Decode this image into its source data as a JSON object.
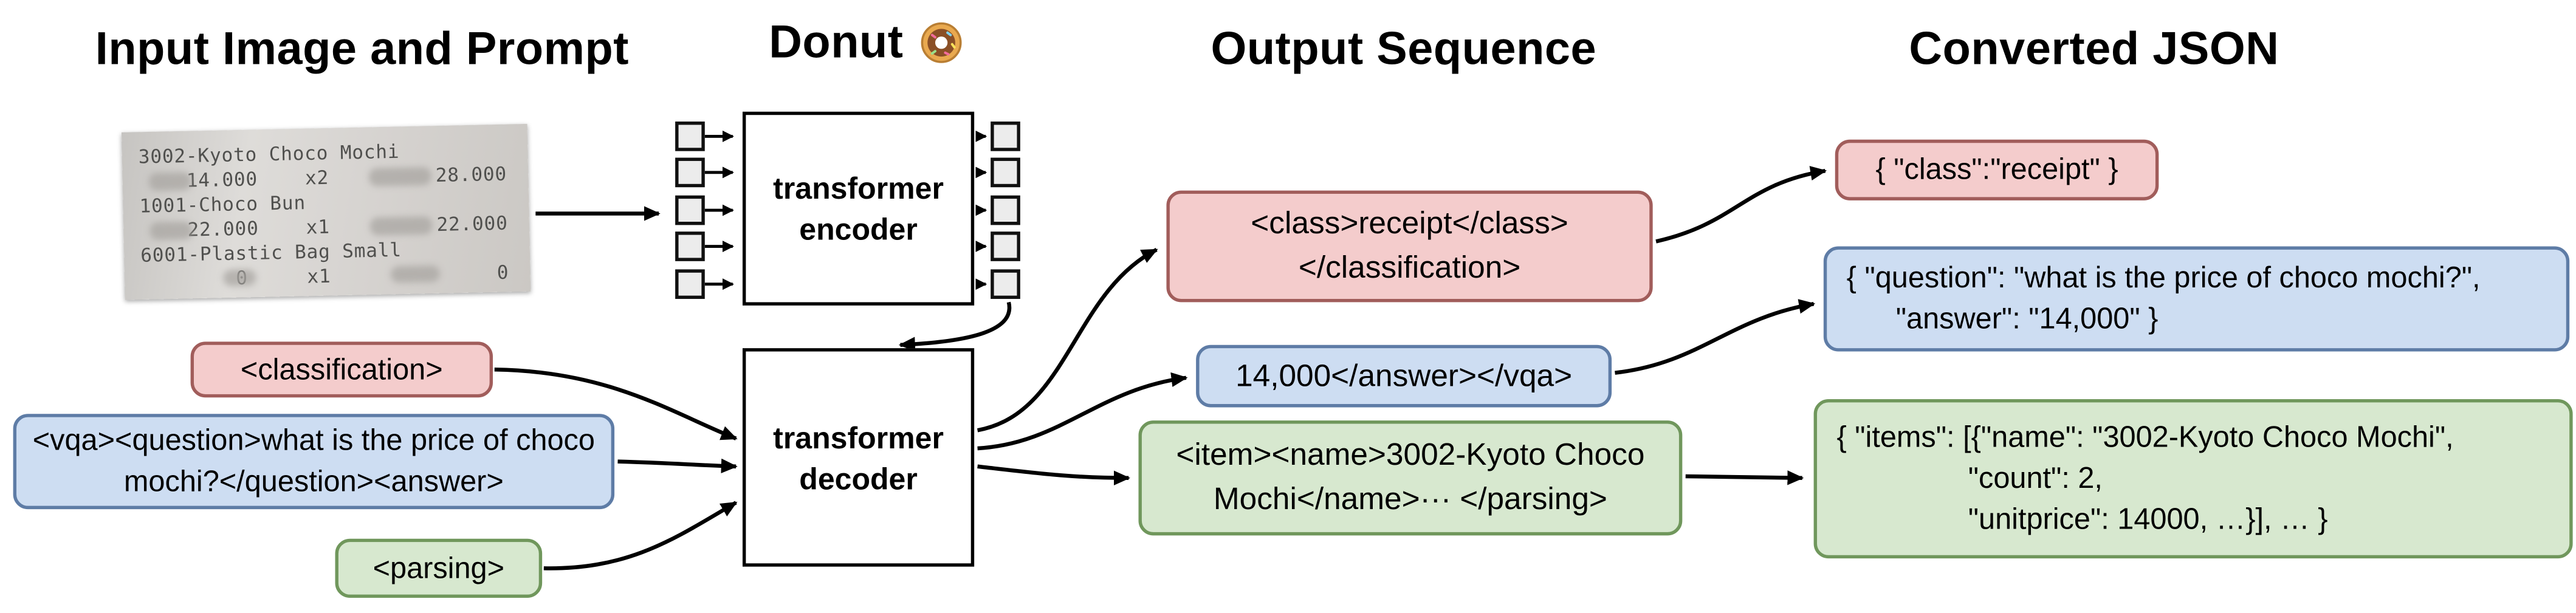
{
  "headers": {
    "input": "Input Image and Prompt",
    "model": "Donut",
    "output": "Output Sequence",
    "json": "Converted JSON"
  },
  "receipt": {
    "lines": [
      "3002-Kyoto Choco Mochi",
      "    14.000    x2         28.000",
      "1001-Choco Bun",
      "    22.000    x1         22.000",
      "6001-Plastic Bag Small",
      "        0     x1              0"
    ]
  },
  "prompts": {
    "classification": "<classification>",
    "vqa": "<vqa><question>what is the price of choco mochi?</question><answer>",
    "parsing": "<parsing>"
  },
  "model": {
    "encoder": "transformer encoder",
    "decoder": "transformer decoder"
  },
  "outputs": {
    "classification": "<class>receipt</class> </classification>",
    "vqa": "14,000</answer></vqa>",
    "parsing": "<item><name>3002-Kyoto Choco Mochi</name>··· </parsing>"
  },
  "converted": {
    "classification": "{ \"class\":\"receipt\" }",
    "vqa_line1": "{ \"question\": \"what is the price of choco mochi?\",",
    "vqa_line2": "\"answer\": \"14,000\" }",
    "parsing_line1": "{ \"items\": [{\"name\": \"3002-Kyoto Choco Mochi\",",
    "parsing_line2": "\"count\": 2,",
    "parsing_line3": "\"unitprice\": 14000, …}], … }"
  }
}
